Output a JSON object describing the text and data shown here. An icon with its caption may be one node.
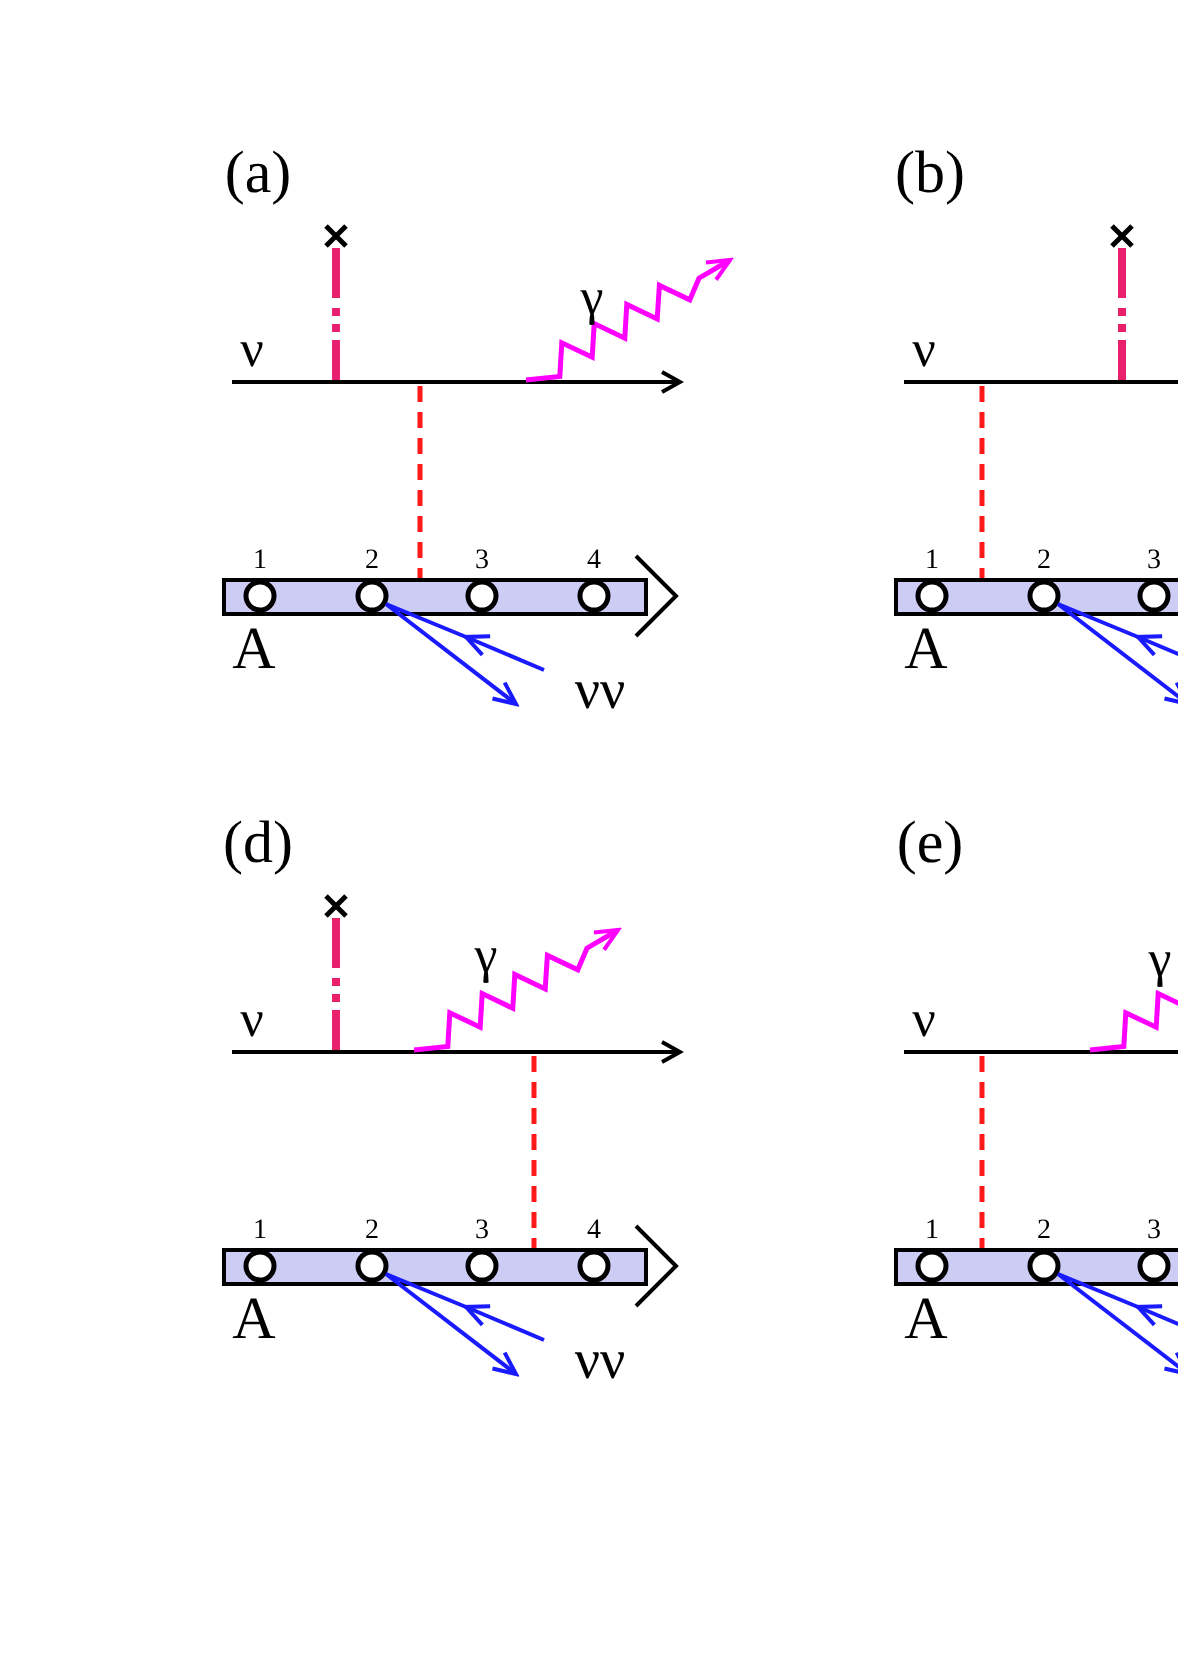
{
  "diagram": {
    "labels": [
      "(a)",
      "γ",
      "ν",
      "1",
      "2",
      "3",
      "4",
      "A",
      "νν",
      "(b)",
      "ν",
      "1",
      "2",
      "3",
      "A",
      "(d)",
      "γ",
      "ν",
      "1",
      "2",
      "3",
      "4",
      "A",
      "νν",
      "(e)",
      "γ",
      "ν",
      "1",
      "2",
      "3",
      "A"
    ]
  }
}
